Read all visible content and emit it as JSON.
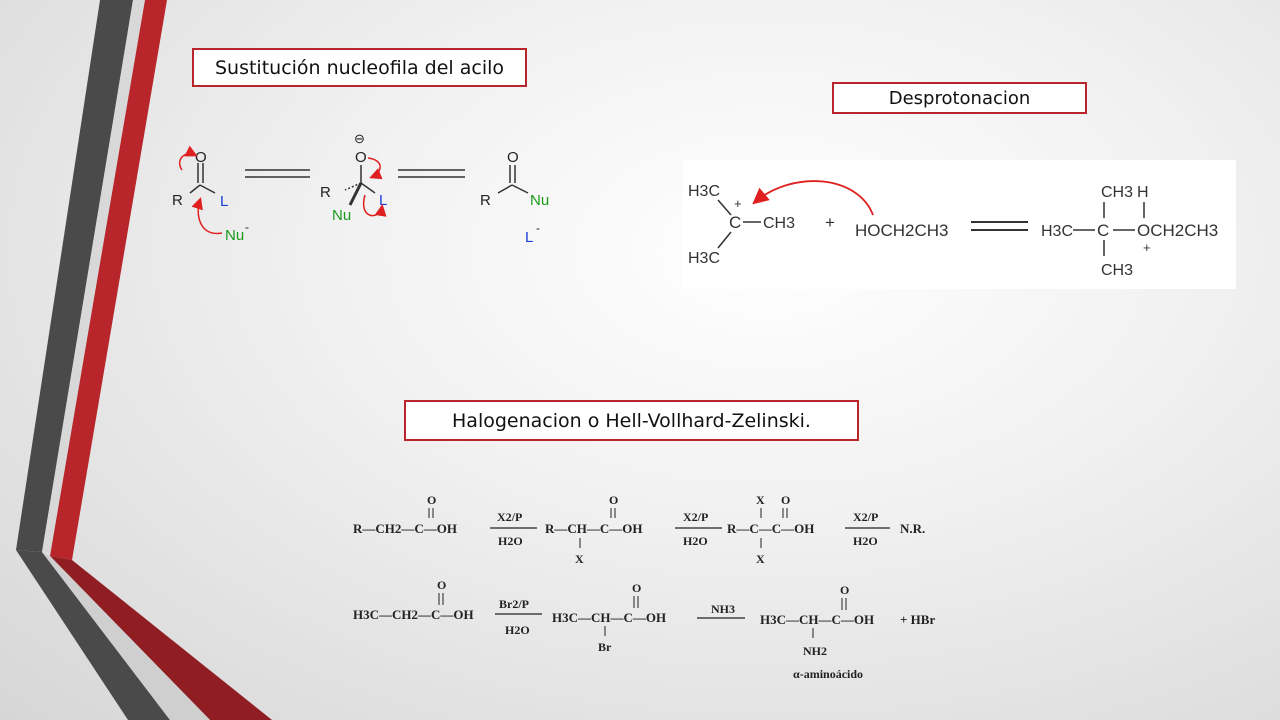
{
  "slide": {
    "titles": {
      "acyl": "Sustitución nucleofila del acilo",
      "deprot": "Desprotonacion",
      "halo": "Halogenacion o Hell-Vollhard-Zelinski."
    },
    "colors": {
      "accent_red": "#b8262b",
      "dark_stripe": "#4a4a4a"
    }
  },
  "mech1": {
    "O": "O",
    "R": "R",
    "L": "L",
    "Nu": "Nu",
    "minus": "-",
    "charge": "⊖"
  },
  "mech2": {
    "H3C": "H3C",
    "C": "C",
    "CH3": "CH3",
    "plus": "+",
    "HOCH2CH3": "HOCH2CH3",
    "H": "H",
    "O": "O",
    "OCH2CH3": "OCH2CH3"
  },
  "mech3": {
    "r1_start": "R—CH2—C—OH",
    "r1_reagent_top": "X2/P",
    "r1_reagent_bot": "H2O",
    "r1_mid": "R—CH—C—OH",
    "r1_end": "R—C—C—OH",
    "X": "X",
    "NR": "N.R.",
    "r2_start": "H3C—CH2—C—OH",
    "r2_reagent_top": "Br2/P",
    "r2_reagent_bot": "H2O",
    "r2_mid": "H3C—CH—C—OH",
    "Br": "Br",
    "nh3": "NH3",
    "r2_end": "H3C—CH—C—OH",
    "nh2": "NH2",
    "plus_hbr": "+ HBr",
    "alpha": "α-aminoácido",
    "O": "O"
  }
}
